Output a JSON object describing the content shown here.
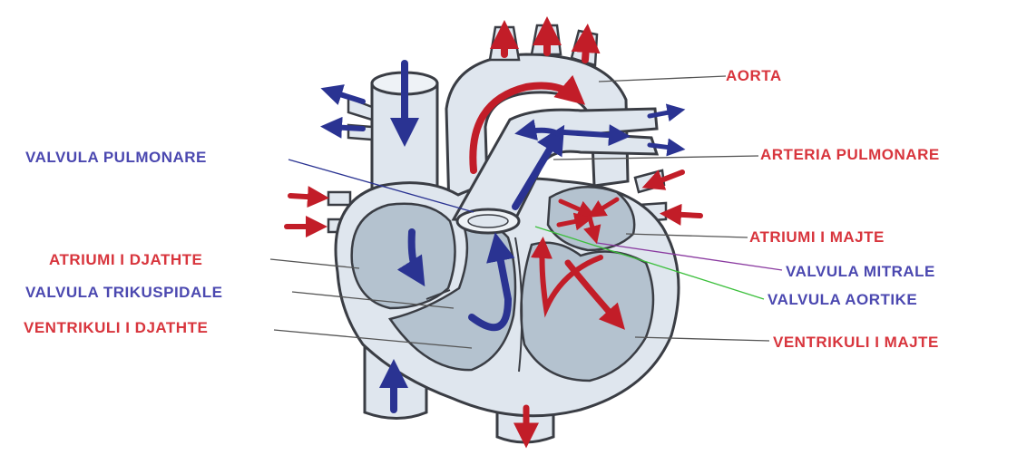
{
  "colors": {
    "label_red": "#d8353d",
    "label_blue": "#4b48b0",
    "arrow_red": "#c21d28",
    "arrow_blue": "#2a3392",
    "tissue_light": "#dfe6ee",
    "tissue_mid": "#b4c2cf",
    "outline": "#3a3d44",
    "leader_green": "#3bbf3b",
    "leader_purple": "#8a3aa0"
  },
  "labels": {
    "aorta": "AORTA",
    "arteria_pulmonare": "ARTERIA PULMONARE",
    "valvula_pulmonare": "VALVULA PULMONARE",
    "atriumi_majte": "ATRIUMI I MAJTE",
    "atriumi_djathte": "ATRIUMI I DJATHTE",
    "valvula_mitrale": "VALVULA MITRALE",
    "valvula_trikuspidale": "VALVULA TRIKUSPIDALE",
    "valvula_aortike": "VALVULA AORTIKE",
    "ventrikuli_djathte": "VENTRIKULI I DJATHTE",
    "ventrikuli_majte": "VENTRIKULI I MAJTE"
  }
}
